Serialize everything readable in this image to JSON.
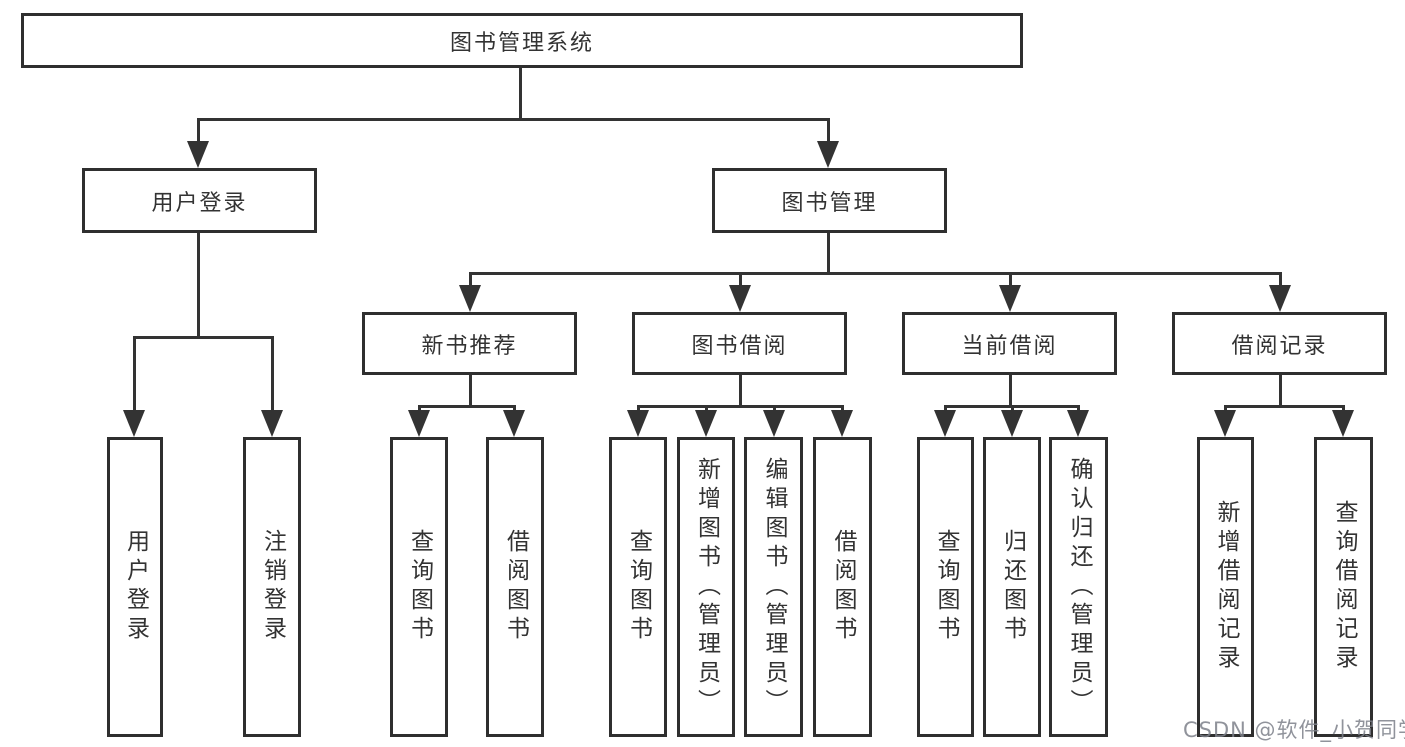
{
  "tree": {
    "root": {
      "label": "图书管理系统",
      "children": [
        {
          "label": "用户登录",
          "children": [
            {
              "label": "用户登录"
            },
            {
              "label": "注销登录"
            }
          ]
        },
        {
          "label": "图书管理",
          "children": [
            {
              "label": "新书推荐",
              "children": [
                {
                  "label": "查询图书"
                },
                {
                  "label": "借阅图书"
                }
              ]
            },
            {
              "label": "图书借阅",
              "children": [
                {
                  "label": "查询图书"
                },
                {
                  "label": "新增图书（管理员）"
                },
                {
                  "label": "编辑图书（管理员）"
                },
                {
                  "label": "借阅图书"
                }
              ]
            },
            {
              "label": "当前借阅",
              "children": [
                {
                  "label": "查询图书"
                },
                {
                  "label": "归还图书"
                },
                {
                  "label": "确认归还（管理员）"
                }
              ]
            },
            {
              "label": "借阅记录",
              "children": [
                {
                  "label": "新增借阅记录"
                },
                {
                  "label": "查询借阅记录"
                }
              ]
            }
          ]
        }
      ]
    }
  },
  "watermark": {
    "text": "CSDN @软件_小贺同学"
  },
  "colors": {
    "line": "#333333",
    "box_border": "#2f2f2f",
    "text": "#333333",
    "watermark": "#7d808a",
    "background": "#ffffff"
  }
}
